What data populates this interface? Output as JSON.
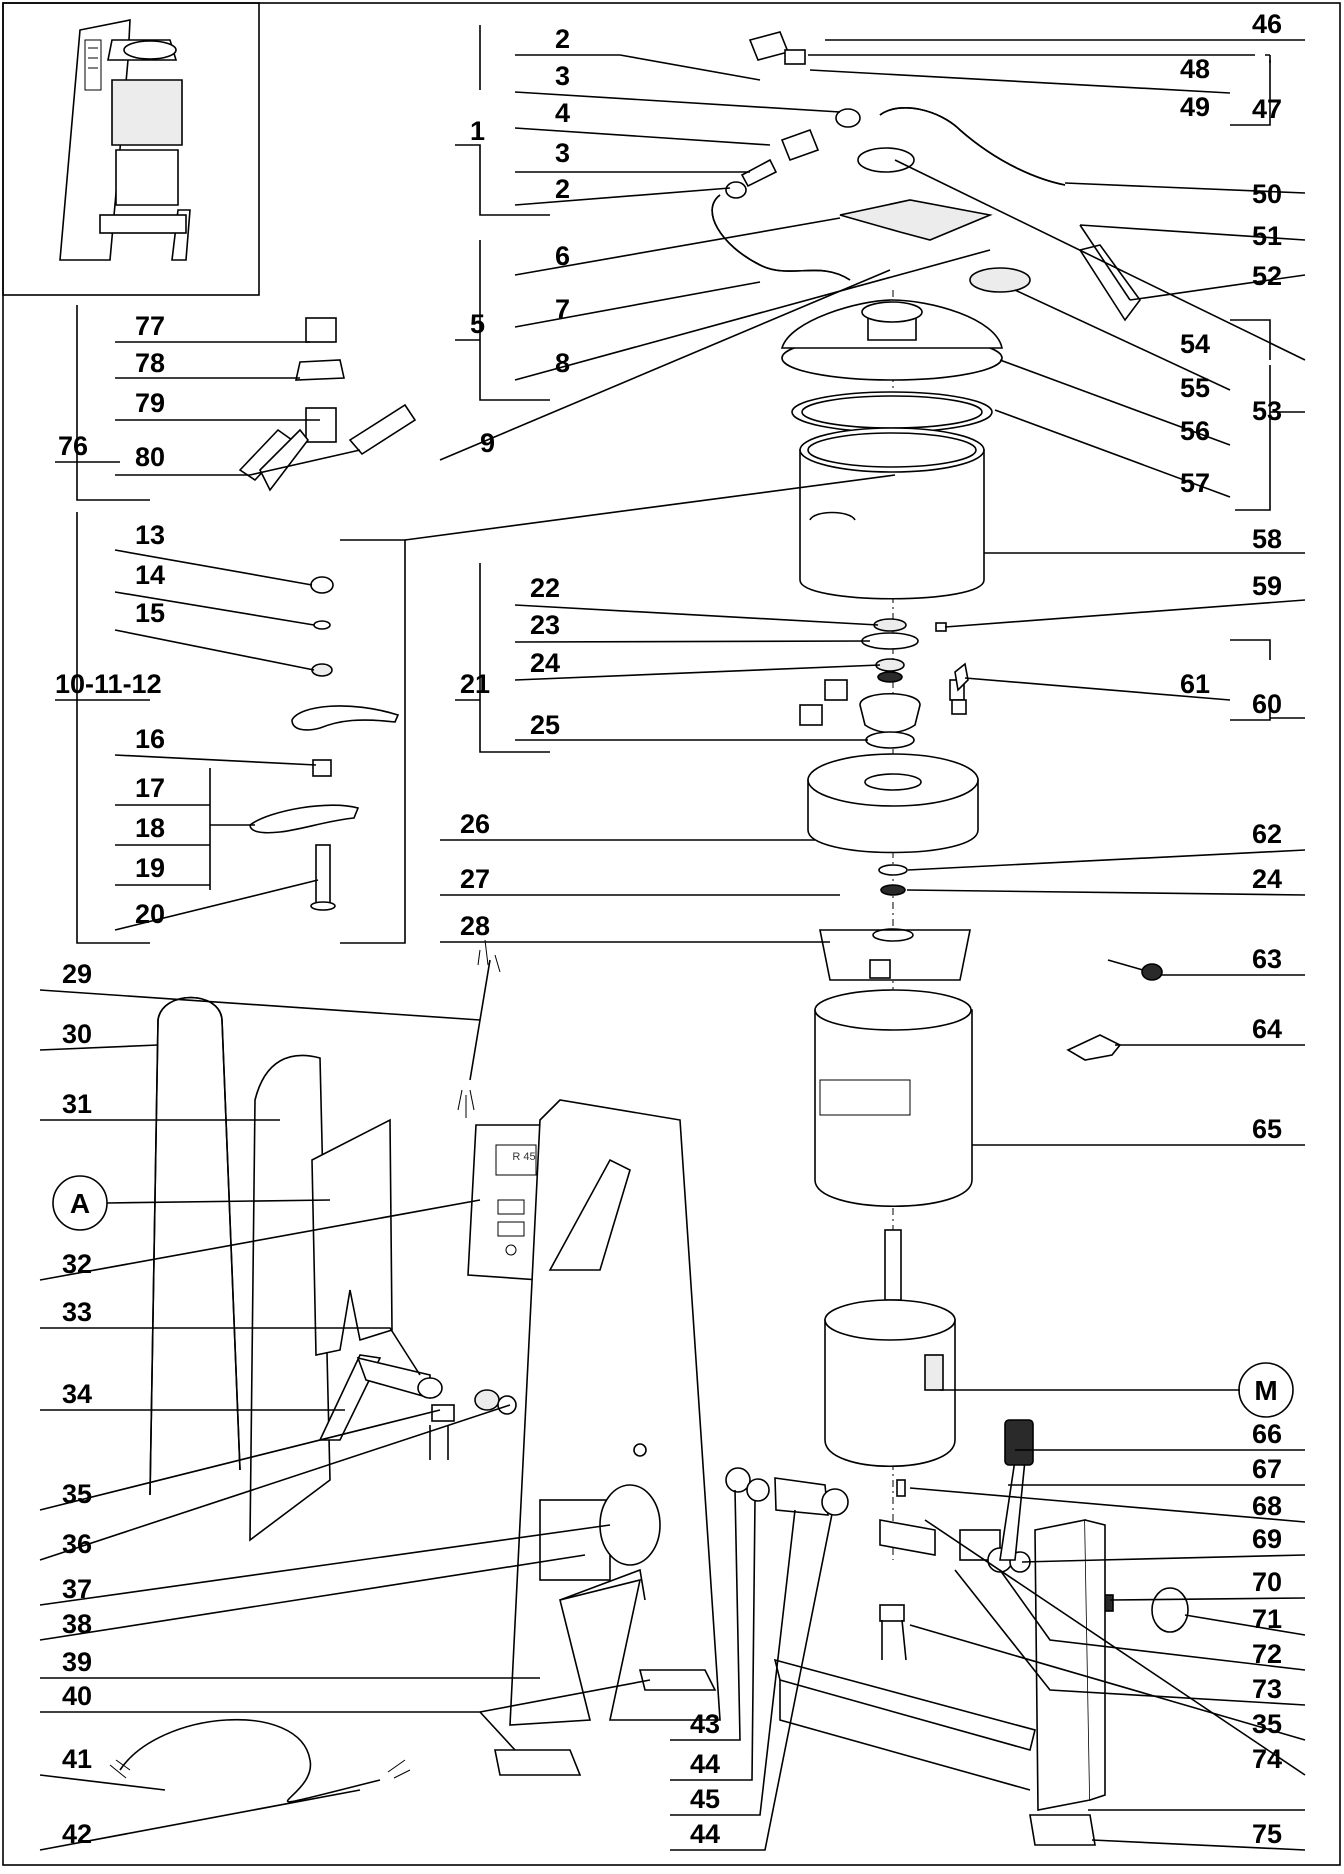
{
  "labels": {
    "l1": "1",
    "l2a": "2",
    "l2b": "2",
    "l3a": "3",
    "l3b": "3",
    "l4": "4",
    "l5": "5",
    "l6": "6",
    "l7": "7",
    "l8": "8",
    "l9": "9",
    "l10_11_12": "10-11-12",
    "l13": "13",
    "l14": "14",
    "l15": "15",
    "l16": "16",
    "l17": "17",
    "l18": "18",
    "l19": "19",
    "l20": "20",
    "l21": "21",
    "l22": "22",
    "l23": "23",
    "l24a": "24",
    "l24b": "24",
    "l25": "25",
    "l26": "26",
    "l27": "27",
    "l28": "28",
    "l29": "29",
    "l30": "30",
    "l31": "31",
    "l32": "32",
    "l33": "33",
    "l34": "34",
    "l35a": "35",
    "l35b": "35",
    "l36": "36",
    "l37": "37",
    "l38": "38",
    "l39": "39",
    "l40": "40",
    "l41": "41",
    "l42": "42",
    "l43": "43",
    "l44a": "44",
    "l44b": "44",
    "l45": "45",
    "l46": "46",
    "l47": "47",
    "l48": "48",
    "l49": "49",
    "l50": "50",
    "l51": "51",
    "l52": "52",
    "l53": "53",
    "l54": "54",
    "l55": "55",
    "l56": "56",
    "l57": "57",
    "l58": "58",
    "l59": "59",
    "l60": "60",
    "l61": "61",
    "l62": "62",
    "l63": "63",
    "l64": "64",
    "l65": "65",
    "l66": "66",
    "l67": "67",
    "l68": "68",
    "l69": "69",
    "l70": "70",
    "l71": "71",
    "l72": "72",
    "l73": "73",
    "l74": "74",
    "l75": "75",
    "l76": "76",
    "l77": "77",
    "l78": "78",
    "l79": "79",
    "l80": "80"
  },
  "callouts": {
    "a": "A",
    "m": "M"
  },
  "control_panel_display": "R 45"
}
